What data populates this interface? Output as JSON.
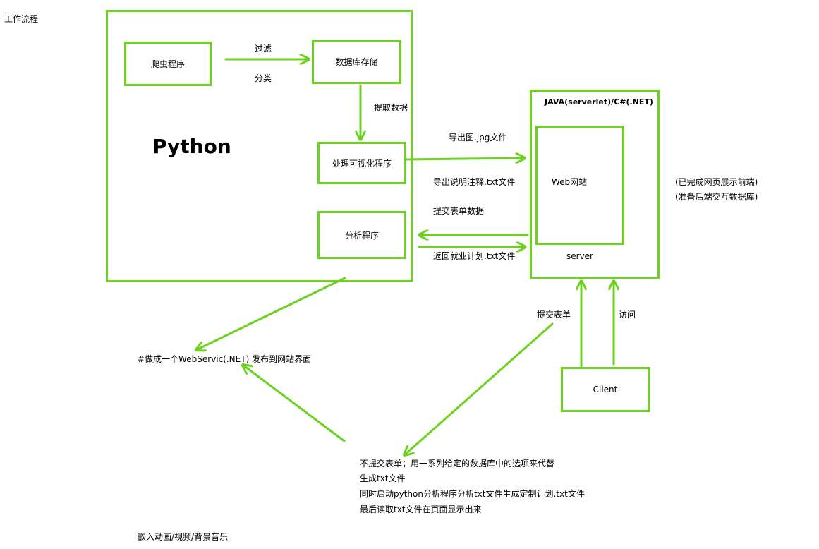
{
  "page": {
    "title": "工作流程",
    "footer": "嵌入动画/视频/背景音乐"
  },
  "python": {
    "label": "Python",
    "crawler": "爬虫程序",
    "db_storage": "数据库存储",
    "visualize": "处理可视化程序",
    "analysis": "分析程序"
  },
  "java": {
    "title": "JAVA(serverlet)/C#(.NET)",
    "website": "Web网站",
    "server": "server"
  },
  "client": "Client",
  "edges": {
    "filter": "过滤",
    "classify": "分类",
    "extract": "提取数据",
    "export_jpg": "导出图.jpg文件",
    "export_txt": "导出说明注释.txt文件",
    "submit_form_data": "提交表单数据",
    "return_plan": "返回就业计划.txt文件",
    "submit_form": "提交表单",
    "visit": "访问"
  },
  "status": [
    "(已完成网页展示前端)",
    "(准备后端交互数据库)"
  ],
  "webservice_note": "#做成一个WebServic(.NET)  发布到网站界面",
  "notes": [
    "不提交表单；用一系列给定的数据库中的选项来代替",
    "生成txt文件",
    "同时启动python分析程序分析txt文件生成定制计划.txt文件",
    "最后读取txt文件在页面显示出来"
  ],
  "colors": {
    "accent": "#6cd11f"
  }
}
